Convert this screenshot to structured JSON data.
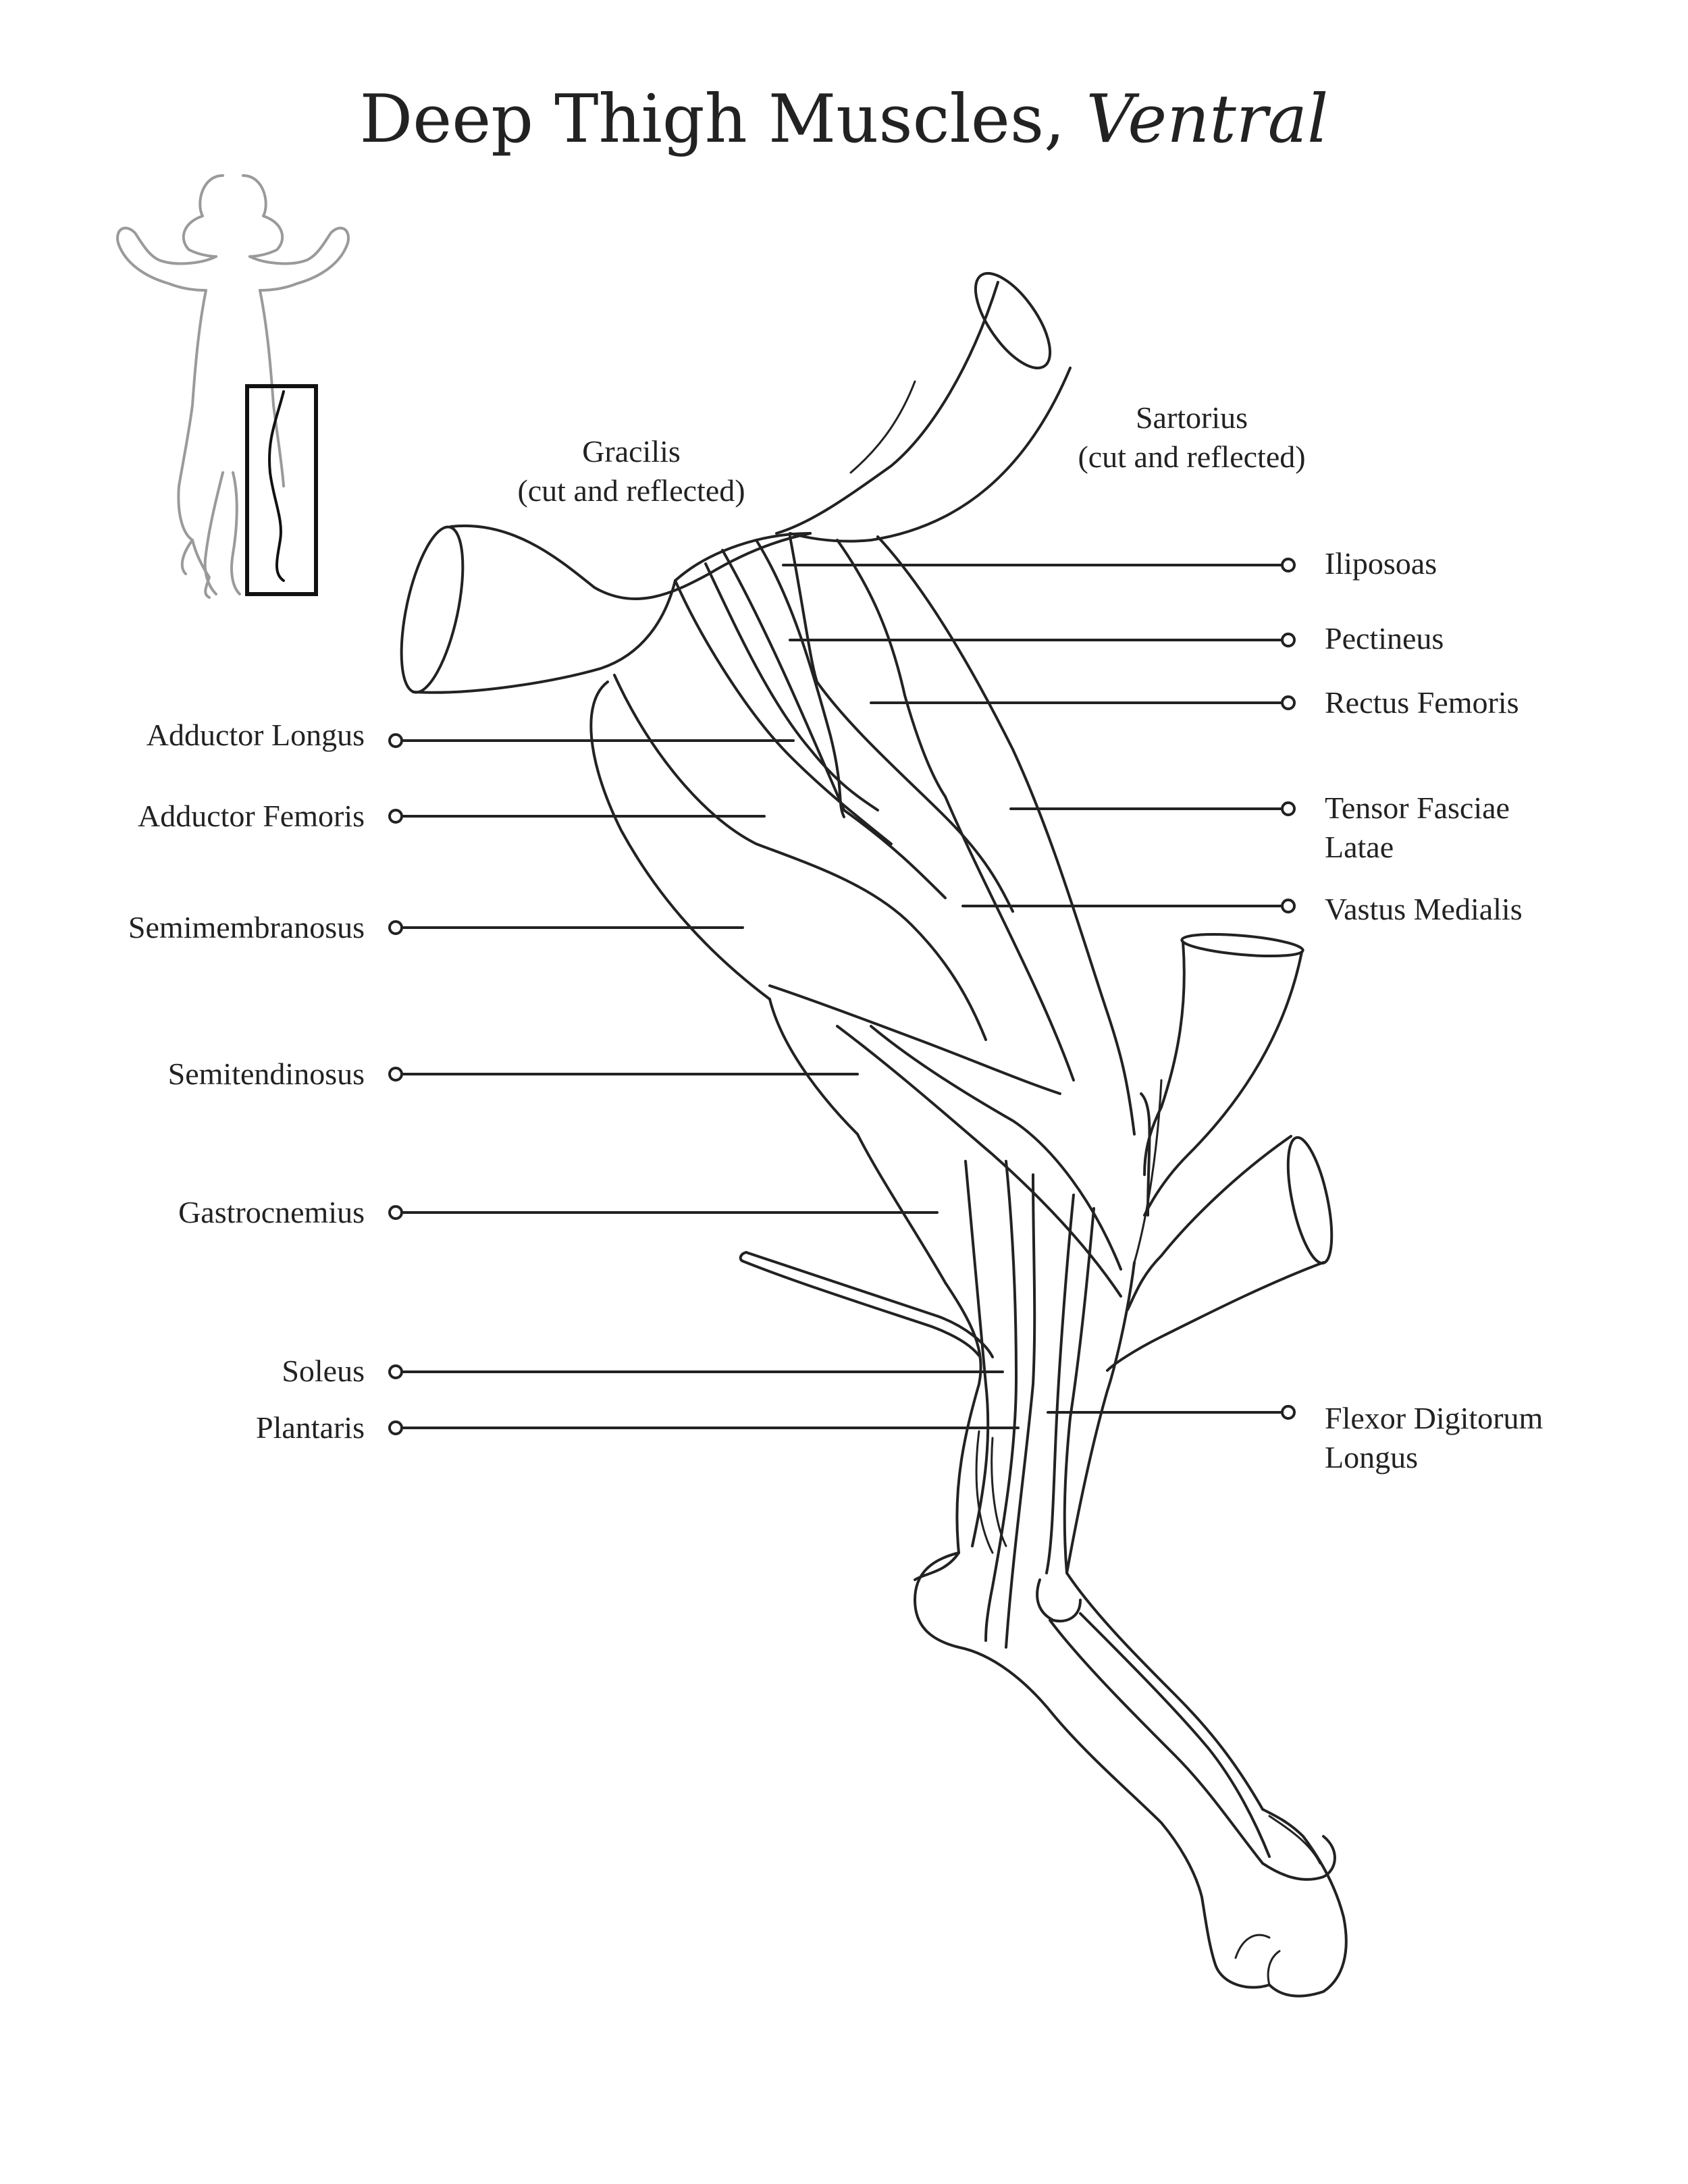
{
  "title": {
    "main": "Deep Thigh Muscles, ",
    "view": "Ventral"
  },
  "labels": {
    "gracilis": {
      "line1": "Gracilis",
      "line2": "(cut and reflected)"
    },
    "sartorius": {
      "line1": "Sartorius",
      "line2": "(cut and reflected)"
    },
    "left": [
      "Adductor Longus",
      "Adductor Femoris",
      "Semimembranosus",
      "Semitendinosus",
      "Gastrocnemius",
      "Soleus",
      "Plantaris"
    ],
    "right": [
      "Iliposoas",
      "Pectineus",
      "Rectus Femoris",
      {
        "line1": "Tensor Fasciae",
        "line2": "Latae"
      },
      "Vastus Medialis",
      {
        "line1": "Flexor Digitorum",
        "line2": "Longus"
      }
    ]
  },
  "colors": {
    "ink": "#222222",
    "locator_outline": "#9a9a9a",
    "locator_box": "#111111"
  }
}
